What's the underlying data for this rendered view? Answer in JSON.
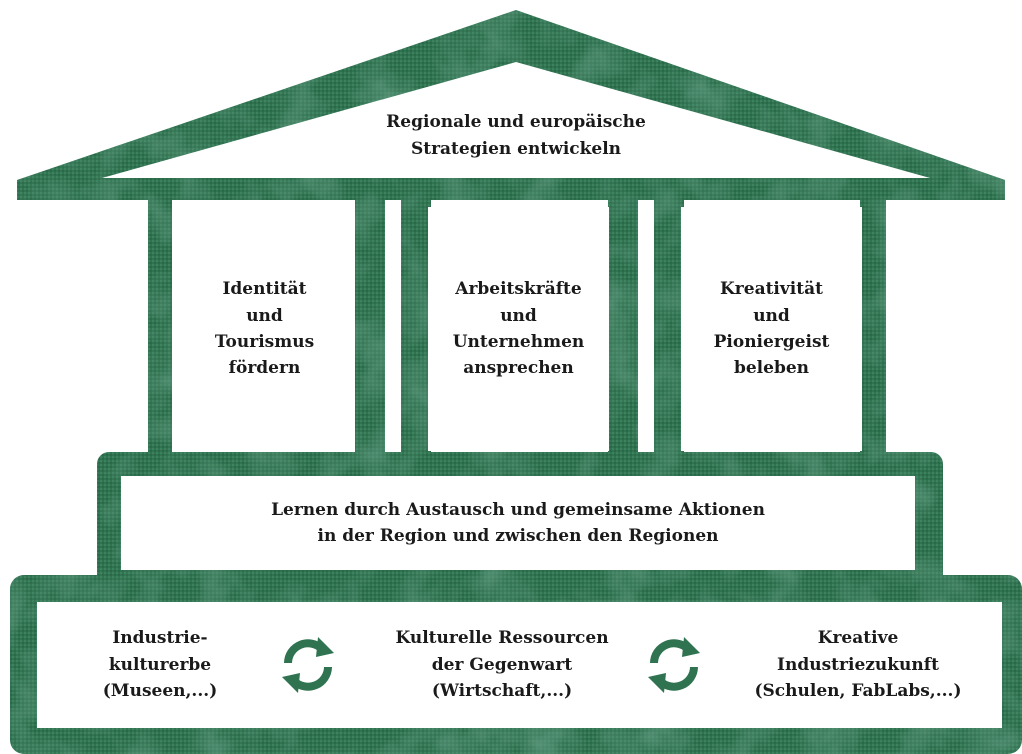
{
  "colors": {
    "green": "#2f7350",
    "green_dark": "#1f5a3c",
    "green_light": "#4d9270",
    "box": "#ffffff",
    "text": "#1a1a1a"
  },
  "roof": {
    "lines": [
      "Regionale und europäische",
      "Strategien entwickeln"
    ]
  },
  "pillars": [
    {
      "lines": [
        "Identität",
        "und",
        "Tourismus",
        "fördern"
      ]
    },
    {
      "lines": [
        "Arbeitskräfte",
        "und",
        "Unternehmen",
        "ansprechen"
      ]
    },
    {
      "lines": [
        "Kreativität",
        "und",
        "Pioniergeist",
        "beleben"
      ]
    }
  ],
  "middle": {
    "lines": [
      "Lernen durch Austausch und gemeinsame Aktionen",
      "in der Region und zwischen den Regionen"
    ]
  },
  "foundation": [
    {
      "lines": [
        "Industrie-",
        "kulturerbe",
        "(Museen,...)"
      ]
    },
    {
      "lines": [
        "Kulturelle Ressourcen",
        "der Gegenwart",
        "(Wirtschaft,...)"
      ]
    },
    {
      "lines": [
        "Kreative",
        "Industriezukunft",
        "(Schulen, FabLabs,...)"
      ]
    }
  ],
  "icons": {
    "cycle_left": "cycle-arrows-icon",
    "cycle_right": "cycle-arrows-icon"
  }
}
